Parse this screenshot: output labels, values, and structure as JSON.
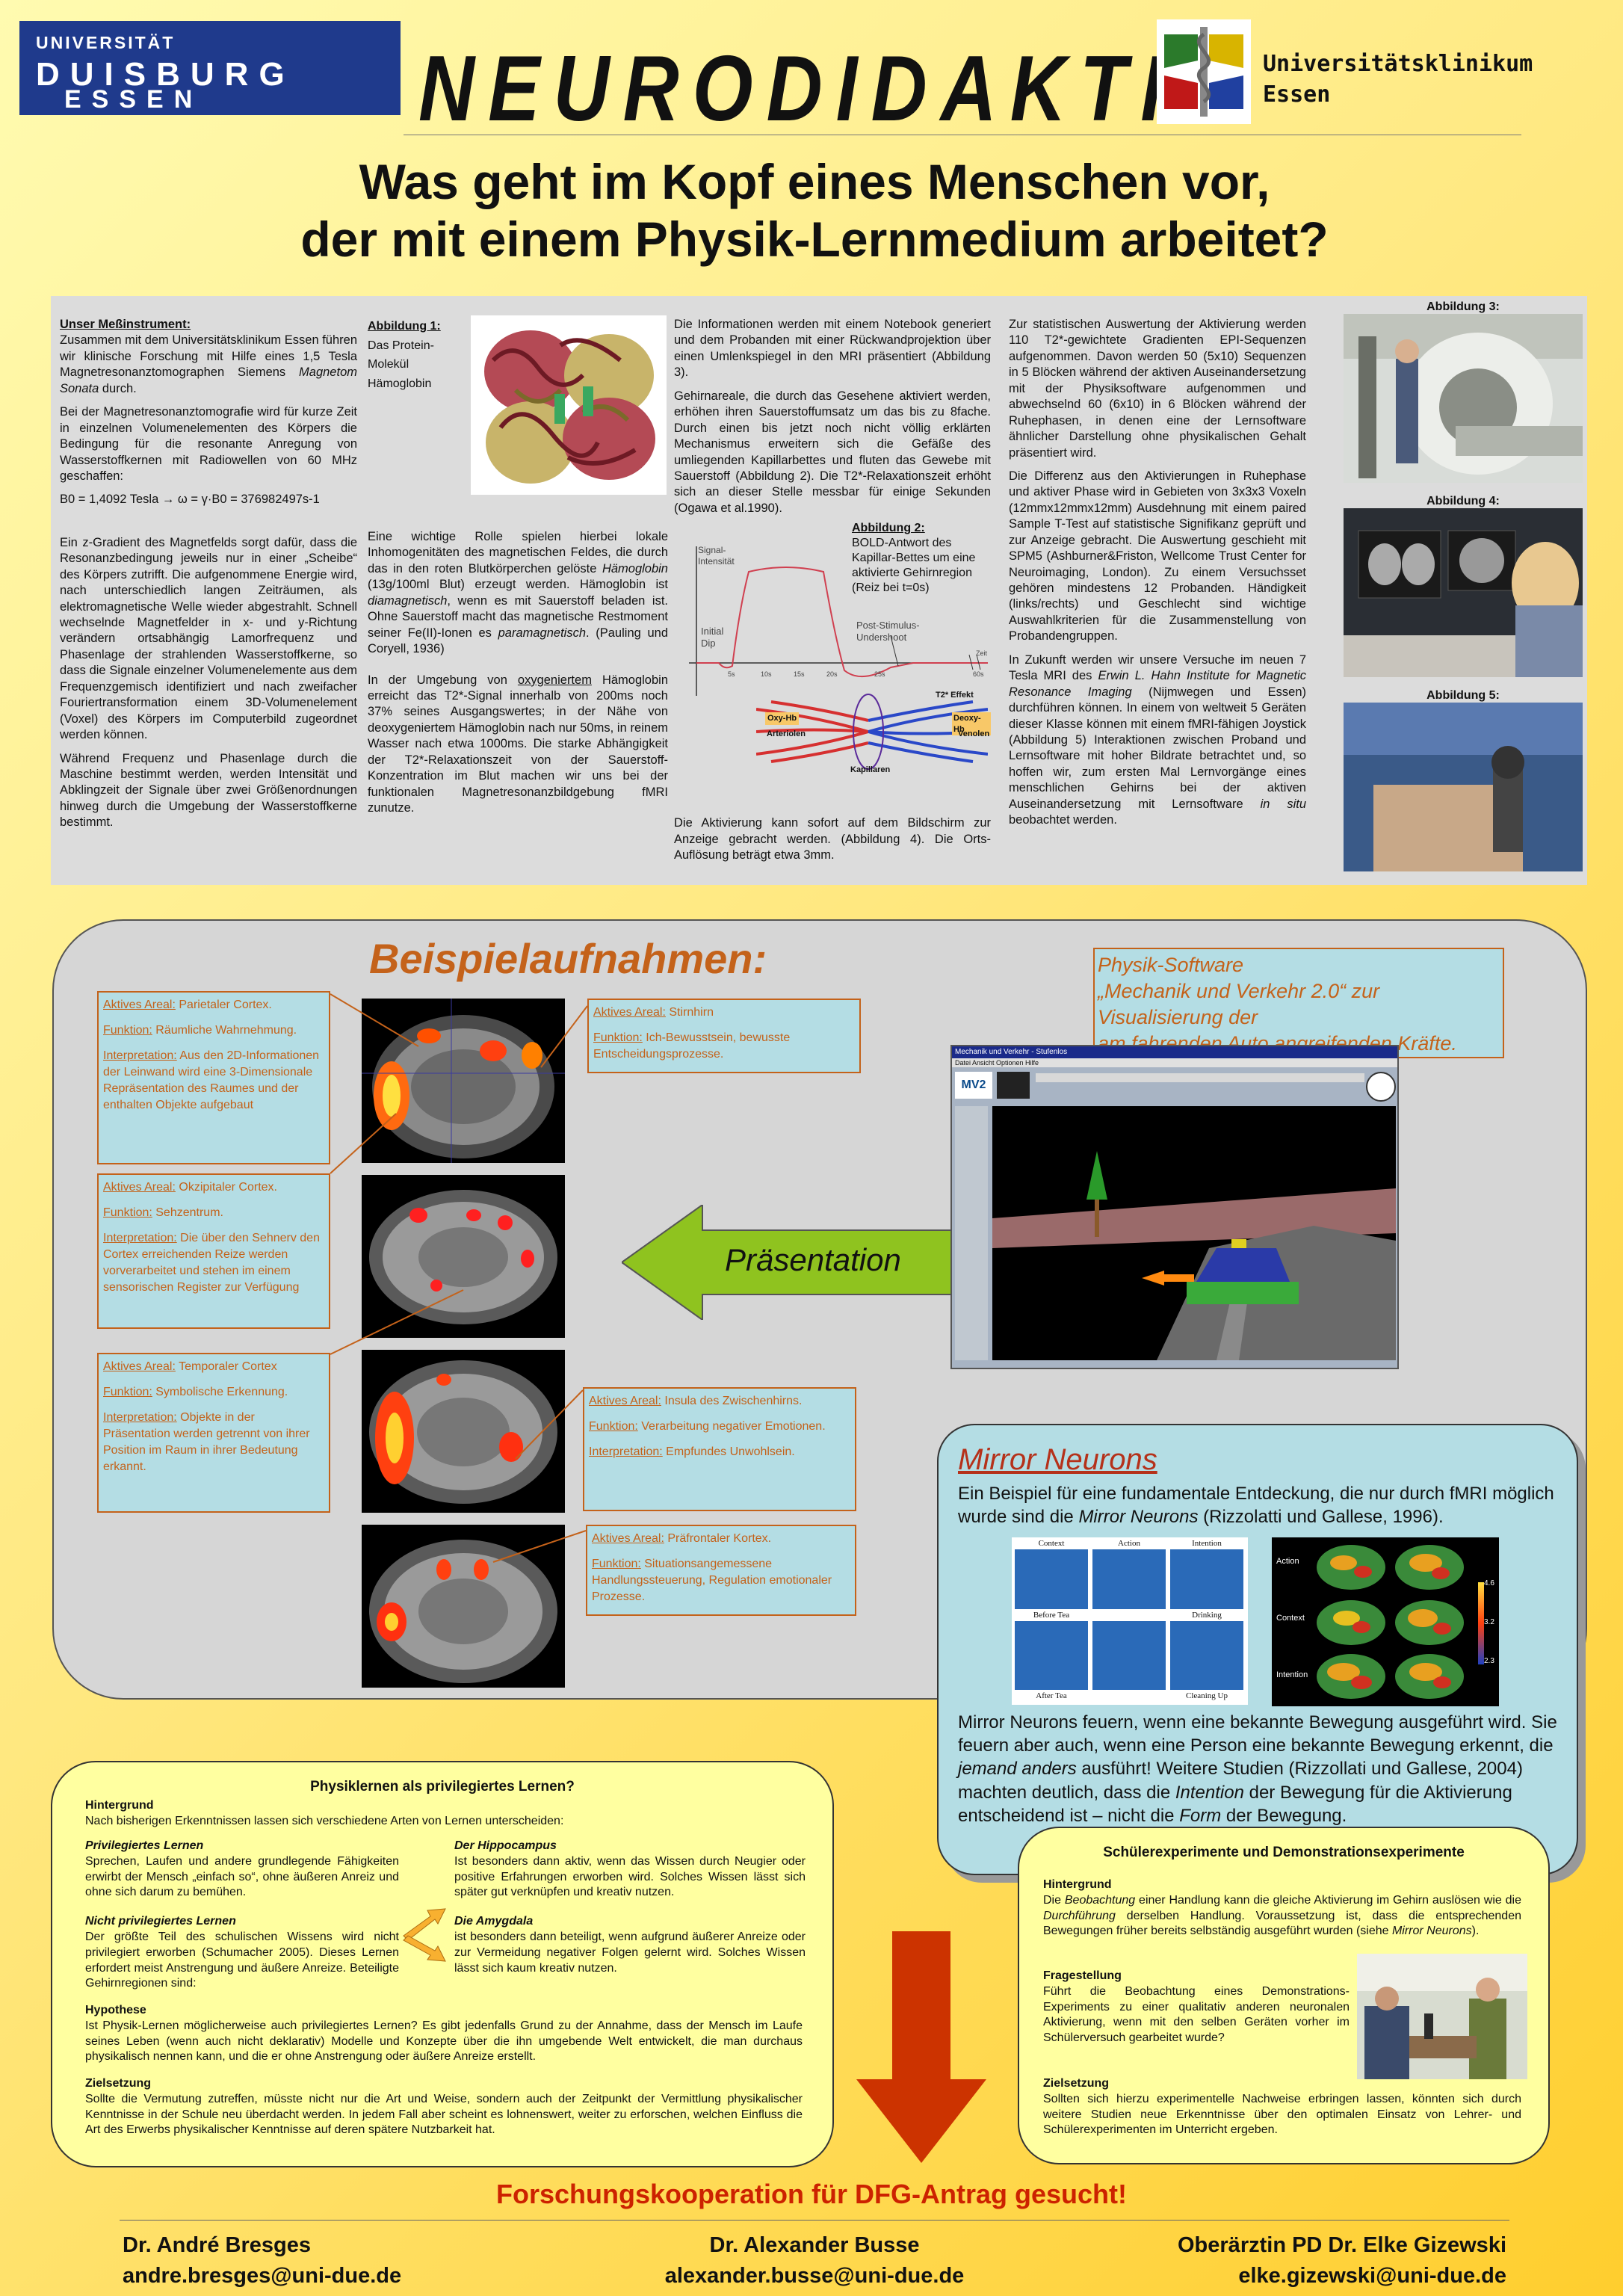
{
  "header": {
    "ude_line1": "UNIVERSITÄT",
    "ude_line2": "DUISBURG",
    "ude_line3": "ESSEN",
    "title": "NEURODIDAKTIK",
    "uk_line1": "Universitätsklinikum",
    "uk_line2": "Essen",
    "subtitle_line1": "Was geht im Kopf eines Menschen vor,",
    "subtitle_line2": "der mit einem Physik-Lernmedium arbeitet?"
  },
  "col1": {
    "heading": "Unser Meßinstrument:",
    "p1a": "Zusammen mit dem Universitätsklinikum Essen führen wir klinische Forschung mit Hilfe eines 1,5 Tesla Magnetresonanztomographen Siemens ",
    "p1b": "Magnetom Sonata",
    "p1c": " durch.",
    "p2": "Bei der Magnetresonanztomografie wird für kurze Zeit in einzelnen Volumenelementen des Körpers die Bedingung für die resonante Anregung von Wasserstoffkernen mit Radiowellen von 60 MHz geschaffen:",
    "formula": "B0 = 1,4092 Tesla → ω = γ·B0 = 376982497s-1",
    "p3": "Ein z-Gradient des Magnetfelds sorgt dafür, dass die Resonanzbedingung jeweils nur in einer „Scheibe“ des Körpers zutrifft. Die aufgenommene Energie wird, nach unterschiedlich langen Zeiträumen, als elektromagnetische Welle wieder abgestrahlt. Schnell wechselnde Magnetfelder in x- und y-Richtung verändern ortsabhängig Lamorfrequenz und Phasenlage der strahlenden Wasserstoffkerne, so dass die Signale einzelner Volumenelemente aus dem Frequenzgemisch identifiziert und nach zweifacher Fouriertransformation einem 3D-Volumenelement (Voxel) des Körpers im Computerbild zugeordnet werden können.",
    "p4": "Während Frequenz und Phasenlage durch die Maschine bestimmt werden, werden Intensität und Abklingzeit der Signale über zwei Größenordnungen hinweg durch die Umgebung der Wasserstoffkerne bestimmt."
  },
  "col2": {
    "fig1_label": "Abbildung 1:",
    "fig1_l2": "Das Protein-",
    "fig1_l3": "Molekül",
    "fig1_l4": "Hämoglobin",
    "p1a": "Eine wichtige Rolle spielen hierbei lokale Inhomogenitäten des magnetischen Feldes, die durch das in den roten Blutkörperchen gelöste ",
    "p1b": "Hämoglobin",
    "p1c": " (13g/100ml Blut) erzeugt werden. Hämoglobin ist ",
    "p1d": "diamagnetisch",
    "p1e": ", wenn es mit Sauerstoff beladen ist. Ohne Sauerstoff macht das magnetische Restmoment seiner Fe(II)-Ionen es ",
    "p1f": "paramagnetisch",
    "p1g": ". (Pauling und Coryell, 1936)",
    "p2a": "In der Umgebung von ",
    "p2b": "oxygeniertem",
    "p2c": " Hämoglobin erreicht das T2*-Signal innerhalb von 200ms noch 37% seines Ausgangswertes; in der Nähe von deoxygeniertem Hämoglobin nach nur 50ms, in reinem Wasser nach etwa 1000ms. Die starke Abhängigkeit der T2*-Relaxationszeit von der Sauerstoff-Konzentration im Blut machen wir uns bei der funktionalen Magnetresonanzbildgebung fMRI zunutze."
  },
  "col3": {
    "p1": "Die Informationen werden mit einem Notebook generiert und dem Probanden mit einer Rückwandprojektion über einen Umlenkspiegel in den MRI präsentiert (Abbildung 3).",
    "p2": "Gehirnareale, die durch das Gesehene aktiviert werden, erhöhen ihren Sauerstoffumsatz um das bis zu 8fache. Durch einen bis jetzt noch nicht völlig erklärten Mechanismus erweitern sich die Gefäße des umliegenden Kapillarbettes und fluten das Gewebe mit Sauerstoff (Abbildung 2). Die T2*-Relaxationszeit erhöht sich an dieser Stelle messbar für einige Sekunden (Ogawa et al.1990).",
    "fig2_label": "Abbildung 2:",
    "fig2_text": "BOLD-Antwort des Kapillar-Bettes um eine aktivierte Gehirnregion (Reiz bei t=0s)",
    "graph_ylabel1": "Signal-",
    "graph_ylabel2": "Intensität",
    "graph_dip1": "Initial",
    "graph_dip2": "Dip",
    "graph_under1": "Post-Stimulus-",
    "graph_under2": "Undershoot",
    "graph_zeit": "Zeit",
    "ticks": [
      "5s",
      "10s",
      "15s",
      "20s",
      "25s",
      "60s"
    ],
    "cap_oxy": "Oxy-Hb",
    "cap_arteriolen": "Arteriolen",
    "cap_deoxy": "Deoxy-Hb",
    "cap_venolen": "Venolen",
    "cap_kapillaren": "Kapillaren",
    "cap_t2": "T2* Effekt",
    "p3": "Die Aktivierung kann sofort auf dem Bildschirm zur Anzeige gebracht werden. (Abbildung 4). Die Orts-Auflösung beträgt etwa 3mm."
  },
  "col4": {
    "p1": "Zur statistischen Auswertung der Aktivierung werden 110 T2*-gewichtete Gradienten EPI-Sequenzen aufgenommen. Davon werden 50 (5x10) Sequenzen in 5 Blöcken während der aktiven Auseinandersetzung mit der Physiksoftware aufgenommen und abwechselnd 60 (6x10) in 6 Blöcken während der Ruhephasen, in denen eine der Lernsoftware ähnlicher Darstellung ohne physikalischen Gehalt präsentiert wird.",
    "p2": "Die Differenz aus den Aktivierungen in Ruhephase und aktiver Phase wird in Gebieten von 3x3x3 Voxeln (12mmx12mmx12mm) Ausdehnung mit einem paired Sample T-Test auf statistische Signifikanz geprüft und zur Anzeige gebracht. Die Auswertung geschieht mit SPM5 (Ashburner&Friston, Wellcome Trust Center for Neuroimaging, London). Zu einem Versuchsset gehören mindestens 12 Probanden. Händigkeit (links/rechts) und Geschlecht sind wichtige Auswahlkriterien für die Zusammenstellung von Probandengruppen.",
    "p3a": "In Zukunft werden wir unsere Versuche im neuen 7 Tesla MRI des ",
    "p3b": "Erwin L. Hahn Institute for Magnetic Resonance Imaging",
    "p3c": " (Nijmwegen und Essen) durchführen können. In einem von weltweit 5 Geräten dieser Klasse können mit einem fMRI-fähigen Joystick (Abbildung 5) Interaktionen zwischen Proband und Lernsoftware mit hoher Bildrate betrachtet und, so hoffen wir, zum ersten Mal Lernvorgänge eines menschlichen Gehirns bei der aktiven Auseinandersetzung mit Lernsoftware ",
    "p3d": "in situ",
    "p3e": " beobachtet werden."
  },
  "figs": {
    "fig3": "Abbildung 3:",
    "fig4": "Abbildung 4:",
    "fig5": "Abbildung 5:"
  },
  "examples": {
    "heading": "Beispielaufnahmen:",
    "physik_l1": "Physik-Software",
    "physik_l2": "„Mechanik und Verkehr 2.0“ zur Visualisierung der",
    "physik_l3": "am fahrenden Auto angreifenden Kräfte.",
    "praesentation": "Präsentation",
    "box_parietal": {
      "area_k": "Aktives Areal:",
      "area_v": " Parietaler Cortex.",
      "func_k": "Funktion:",
      "func_v": " Räumliche Wahrnehmung.",
      "int_k": "Interpretation:",
      "int_v": " Aus den 2D-Informationen der Leinwand wird eine 3-Dimensionale Repräsentation des Raumes und der enthalten Objekte aufgebaut"
    },
    "box_okzipital": {
      "area_k": "Aktives Areal:",
      "area_v": " Okzipitaler Cortex.",
      "func_k": "Funktion:",
      "func_v": " Sehzentrum.",
      "int_k": "Interpretation:",
      "int_v": " Die über den Sehnerv den Cortex erreichenden Reize werden vorverarbeitet und stehen im einem sensorischen Register zur Verfügung"
    },
    "box_temporal": {
      "area_k": "Aktives Areal:",
      "area_v": " Temporaler Cortex",
      "func_k": "Funktion:",
      "func_v": " Symbolische Erkennung.",
      "int_k": "Interpretation:",
      "int_v": " Objekte in der Präsentation werden getrennt von ihrer Position im Raum in ihrer Bedeutung erkannt."
    },
    "box_stirnhirn": {
      "area_k": "Aktives Areal:",
      "area_v": " Stirnhirn",
      "func_k": "Funktion:",
      "func_v": " Ich-Bewusstsein, bewusste Entscheidungsprozesse."
    },
    "box_insula": {
      "area_k": "Aktives Areal:",
      "area_v": " Insula des Zwischenhirns.",
      "func_k": "Funktion:",
      "func_v": " Verarbeitung negativer Emotionen.",
      "int_k": "Interpretation:",
      "int_v": " Empfundes Unwohlsein."
    },
    "box_praefrontal": {
      "area_k": "Aktives Areal:",
      "area_v": " Präfrontaler Kortex.",
      "func_k": "Funktion:",
      "func_v": " Situationsangemessene Handlungssteuerung, Regulation emotionaler Prozesse."
    }
  },
  "software": {
    "titlebar": "Mechanik und Verkehr - Stufenlos",
    "menu": "Datei  Ansicht  Optionen  Hilfe",
    "logo": "MV2"
  },
  "mirror": {
    "heading": "Mirror Neurons",
    "intro_a": "Ein Beispiel für eine fundamentale Entdeckung, die nur durch fMRI möglich wurde sind die ",
    "intro_b": "Mirror Neurons",
    "intro_c": " (Rizzolatti und Gallese, 1996).",
    "grid_labels": [
      "Context",
      "Action",
      "Intention",
      "Before Tea",
      "Drinking",
      "After Tea",
      "Cleaning Up"
    ],
    "row_labels": [
      "Action",
      "Context",
      "Intention"
    ],
    "scale": [
      "4.6",
      "3.2",
      "2.3"
    ],
    "body_a": "Mirror Neurons feuern, wenn eine bekannte Bewegung ausgeführt wird. Sie feuern aber auch, wenn eine Person eine bekannte Bewegung erkennt, die ",
    "body_b": "jemand anders",
    "body_c": " ausführt! Weitere Studien (Rizzollati und Gallese, 2004) machten deutlich, dass die ",
    "body_d": "Intention",
    "body_e": " der Bewegung für die Aktivierung entscheidend ist – nicht die ",
    "body_f": "Form",
    "body_g": " der Bewegung."
  },
  "lernen": {
    "title": "Physiklernen als privilegiertes Lernen?",
    "h_hintergrund": "Hintergrund",
    "hintergrund": "Nach bisherigen Erkenntnissen lassen sich verschiedene Arten von Lernen unterscheiden:",
    "h_priv": "Privilegiertes Lernen",
    "priv": "Sprechen, Laufen und andere grundlegende Fähigkeiten erwirbt der Mensch „einfach so“, ohne äußeren Anreiz und ohne sich darum zu bemühen.",
    "h_nichtpriv": "Nicht privilegiertes Lernen",
    "nichtpriv": "Der größte Teil des schulischen Wissens wird nicht privilegiert erworben (Schumacher 2005). Dieses Lernen erfordert meist Anstrengung und äußere Anreize. Beteiligte Gehirnregionen sind:",
    "h_hippo": "Der Hippocampus",
    "hippo": "Ist besonders dann aktiv, wenn das Wissen durch Neugier oder positive Erfahrungen erworben wird. Solches Wissen lässt sich später gut verknüpfen und kreativ nutzen.",
    "h_amyg": "Die Amygdala",
    "amyg": "ist besonders dann beteiligt, wenn aufgrund äußerer Anreize oder zur Vermeidung negativer Folgen gelernt wird. Solches Wissen lässt sich kaum kreativ nutzen.",
    "h_hypo": "Hypothese",
    "hypo": "Ist Physik-Lernen möglicherweise auch privilegiertes Lernen? Es gibt jedenfalls Grund zu der Annahme, dass der Mensch im Laufe seines Leben (wenn auch nicht deklarativ) Modelle und Konzepte über die ihn umgebende Welt entwickelt, die man durchaus physikalisch nennen kann, und die er ohne Anstrengung oder äußere Anreize erstellt.",
    "h_ziel": "Zielsetzung",
    "ziel": "Sollte die Vermutung zutreffen, müsste nicht nur die Art und Weise, sondern auch der Zeitpunkt der Vermittlung physikalischer Kenntnisse in der Schule neu überdacht werden. In jedem Fall aber scheint es lohnenswert, weiter zu erforschen, welchen Einfluss die Art des Erwerbs physikalischer Kenntnisse auf deren spätere Nutzbarkeit hat."
  },
  "schueler": {
    "title": "Schülerexperimente und Demonstrationsexperimente",
    "h_hintergrund": "Hintergrund",
    "hg_a": "Die ",
    "hg_b": "Beobachtung",
    "hg_c": " einer Handlung kann die gleiche Aktivierung im Gehirn auslösen wie die ",
    "hg_d": "Durchführung",
    "hg_e": " derselben Handlung. Voraussetzung ist, dass die entsprechenden Bewegungen früher bereits selbständig ausgeführt wurden (siehe ",
    "hg_f": "Mirror Neurons",
    "hg_g": ").",
    "h_frage": "Fragestellung",
    "frage": "Führt die Beobachtung eines Demonstrations-Experiments zu einer qualitativ anderen neuronalen Aktivierung, wenn mit den selben Geräten vorher im Schülerversuch gearbeitet wurde?",
    "h_ziel": "Zielsetzung",
    "ziel": "Sollten sich hierzu experimentelle Nachweise erbringen lassen, könnten sich durch weitere Studien neue Erkenntnisse über den optimalen Einsatz von Lehrer- und Schülerexperimenten im Unterricht ergeben."
  },
  "footer": {
    "cta": "Forschungskooperation für DFG-Antrag gesucht!",
    "a1_name": "Dr. André Bresges",
    "a1_mail": "andre.bresges@uni-due.de",
    "a2_name": "Dr. Alexander Busse",
    "a2_mail": "alexander.busse@uni-due.de",
    "a3_name": "Oberärztin PD Dr. Elke Gizewski",
    "a3_mail": "elke.gizewski@uni-due.de"
  },
  "colors": {
    "accent_orange": "#c4621a",
    "box_blue": "#b4dde4",
    "cta_red": "#cc2200",
    "ude_blue": "#1f3a8c",
    "arrow_green": "#8fc31f",
    "arrow_red": "#cc3300"
  }
}
